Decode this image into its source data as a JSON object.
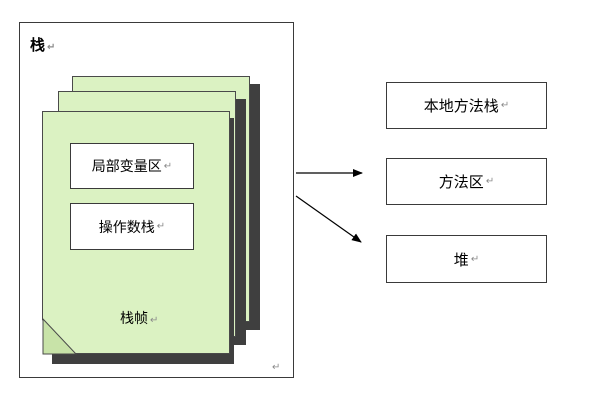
{
  "stack": {
    "title": "栈",
    "frame_label": "栈帧",
    "local_vars": "局部变量区",
    "operand_stack": "操作数栈",
    "return_mark": "↵"
  },
  "right": {
    "native_stack": "本地方法栈",
    "method_area": "方法区",
    "heap": "堆"
  },
  "colors": {
    "page_fill": "#dbf2c2",
    "shadow": "#3f3f3f"
  },
  "mark": "↵"
}
